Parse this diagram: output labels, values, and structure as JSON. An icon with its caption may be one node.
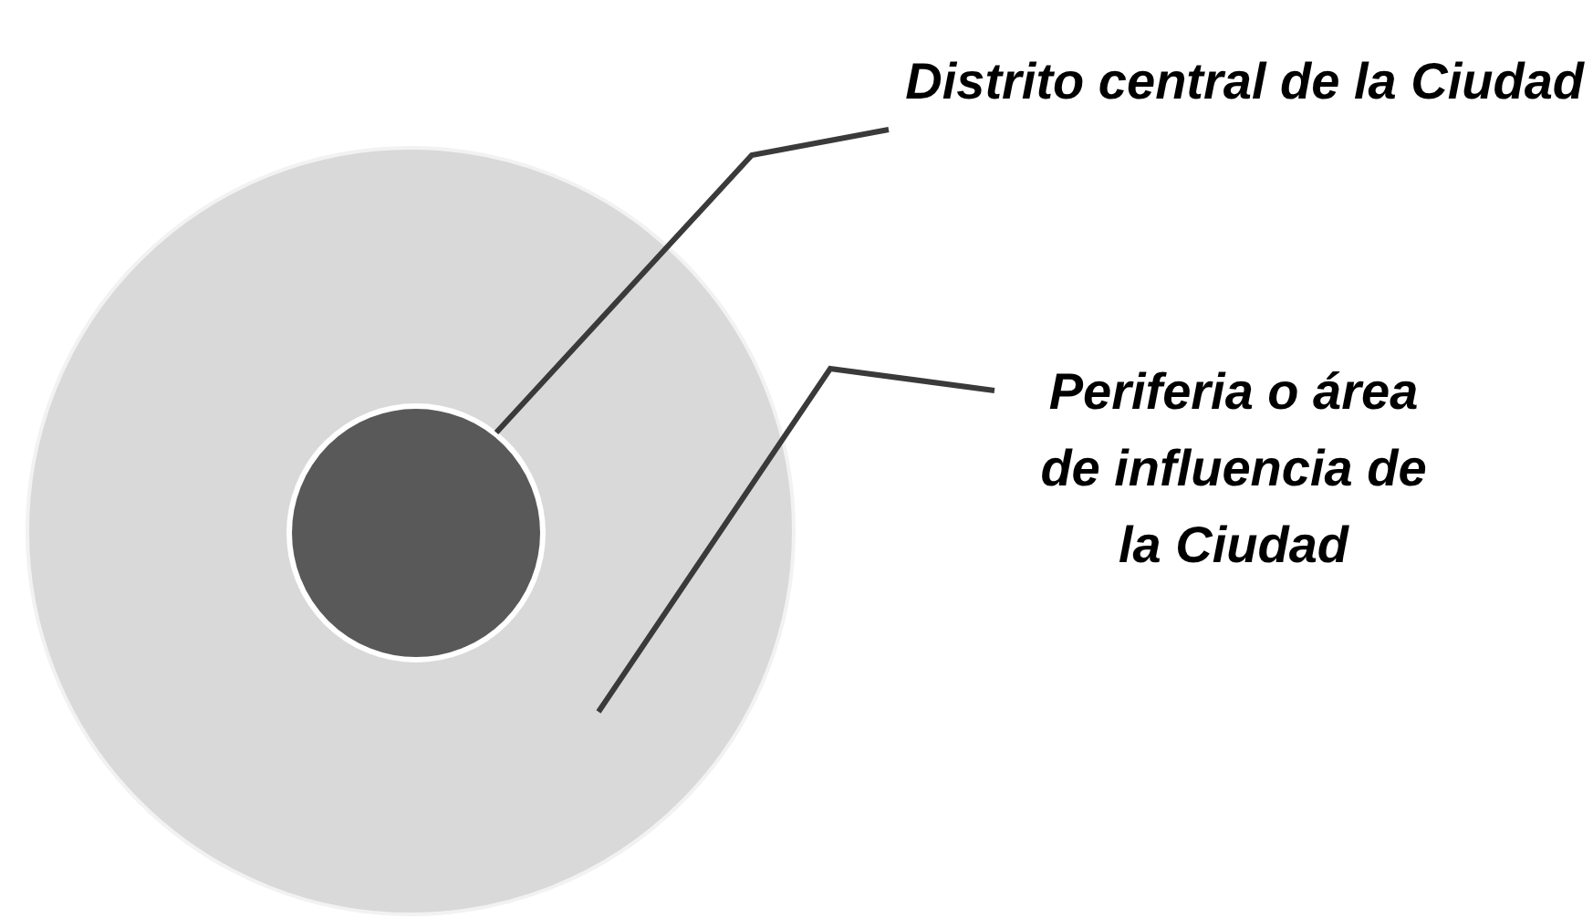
{
  "diagram": {
    "nodes": [
      {
        "text": [],
        "shape": "circle"
      },
      {
        "text": [],
        "shape": "circle",
        "in": 0
      },
      {
        "text": [
          "Distrito central de la Ciudad"
        ]
      },
      {
        "text": [
          "Periferia o área de influencia de la Ciudad"
        ]
      }
    ],
    "edges": [
      {
        "from": 2,
        "to": 1,
        "arrow": "none"
      },
      {
        "from": 3,
        "to": 0,
        "arrow": "none"
      }
    ]
  }
}
